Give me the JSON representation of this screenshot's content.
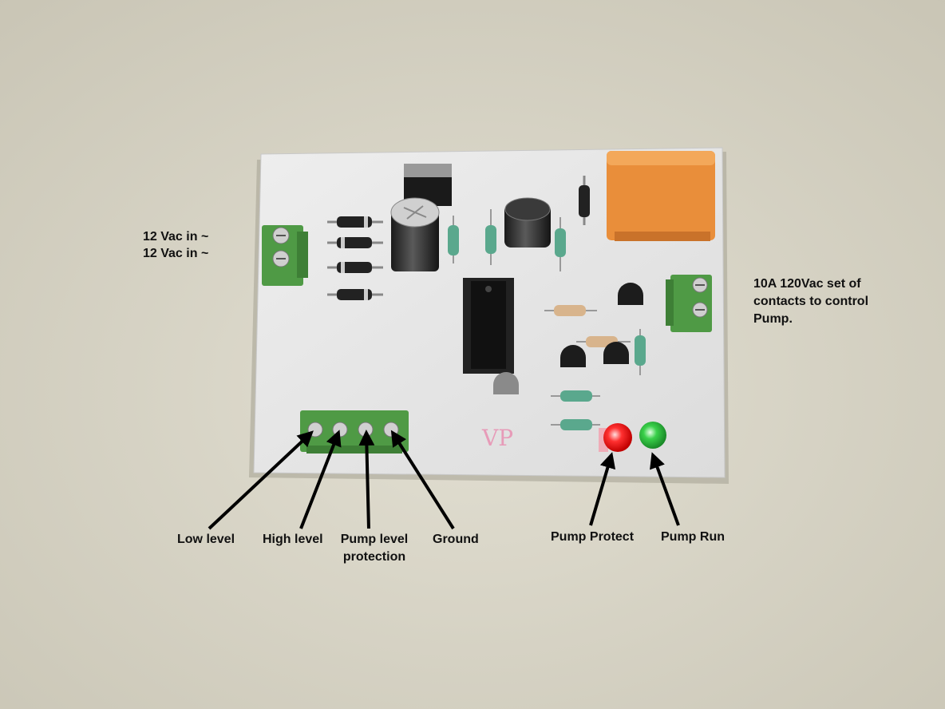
{
  "image": {
    "description_icon": "pcb-pump-controller-photo",
    "colors": {
      "background": "#d9d6c8",
      "board": "#e8e8e8",
      "terminal": "#4f9a45",
      "relay": "#e98e3a",
      "led_red": "#ff2b2b",
      "led_green": "#35c545"
    }
  },
  "annotations": {
    "power_in_line1": "12 Vac in ~",
    "power_in_line2": "12 Vac in ~",
    "relay_contacts": "10A 120Vac set of contacts to control Pump.",
    "low_level": "Low level",
    "high_level": "High level",
    "pump_level_line1": "Pump level",
    "pump_level_line2": "protection",
    "ground": "Ground",
    "pump_protect": "Pump Protect",
    "pump_run": "Pump Run",
    "board_mark": "VP"
  }
}
